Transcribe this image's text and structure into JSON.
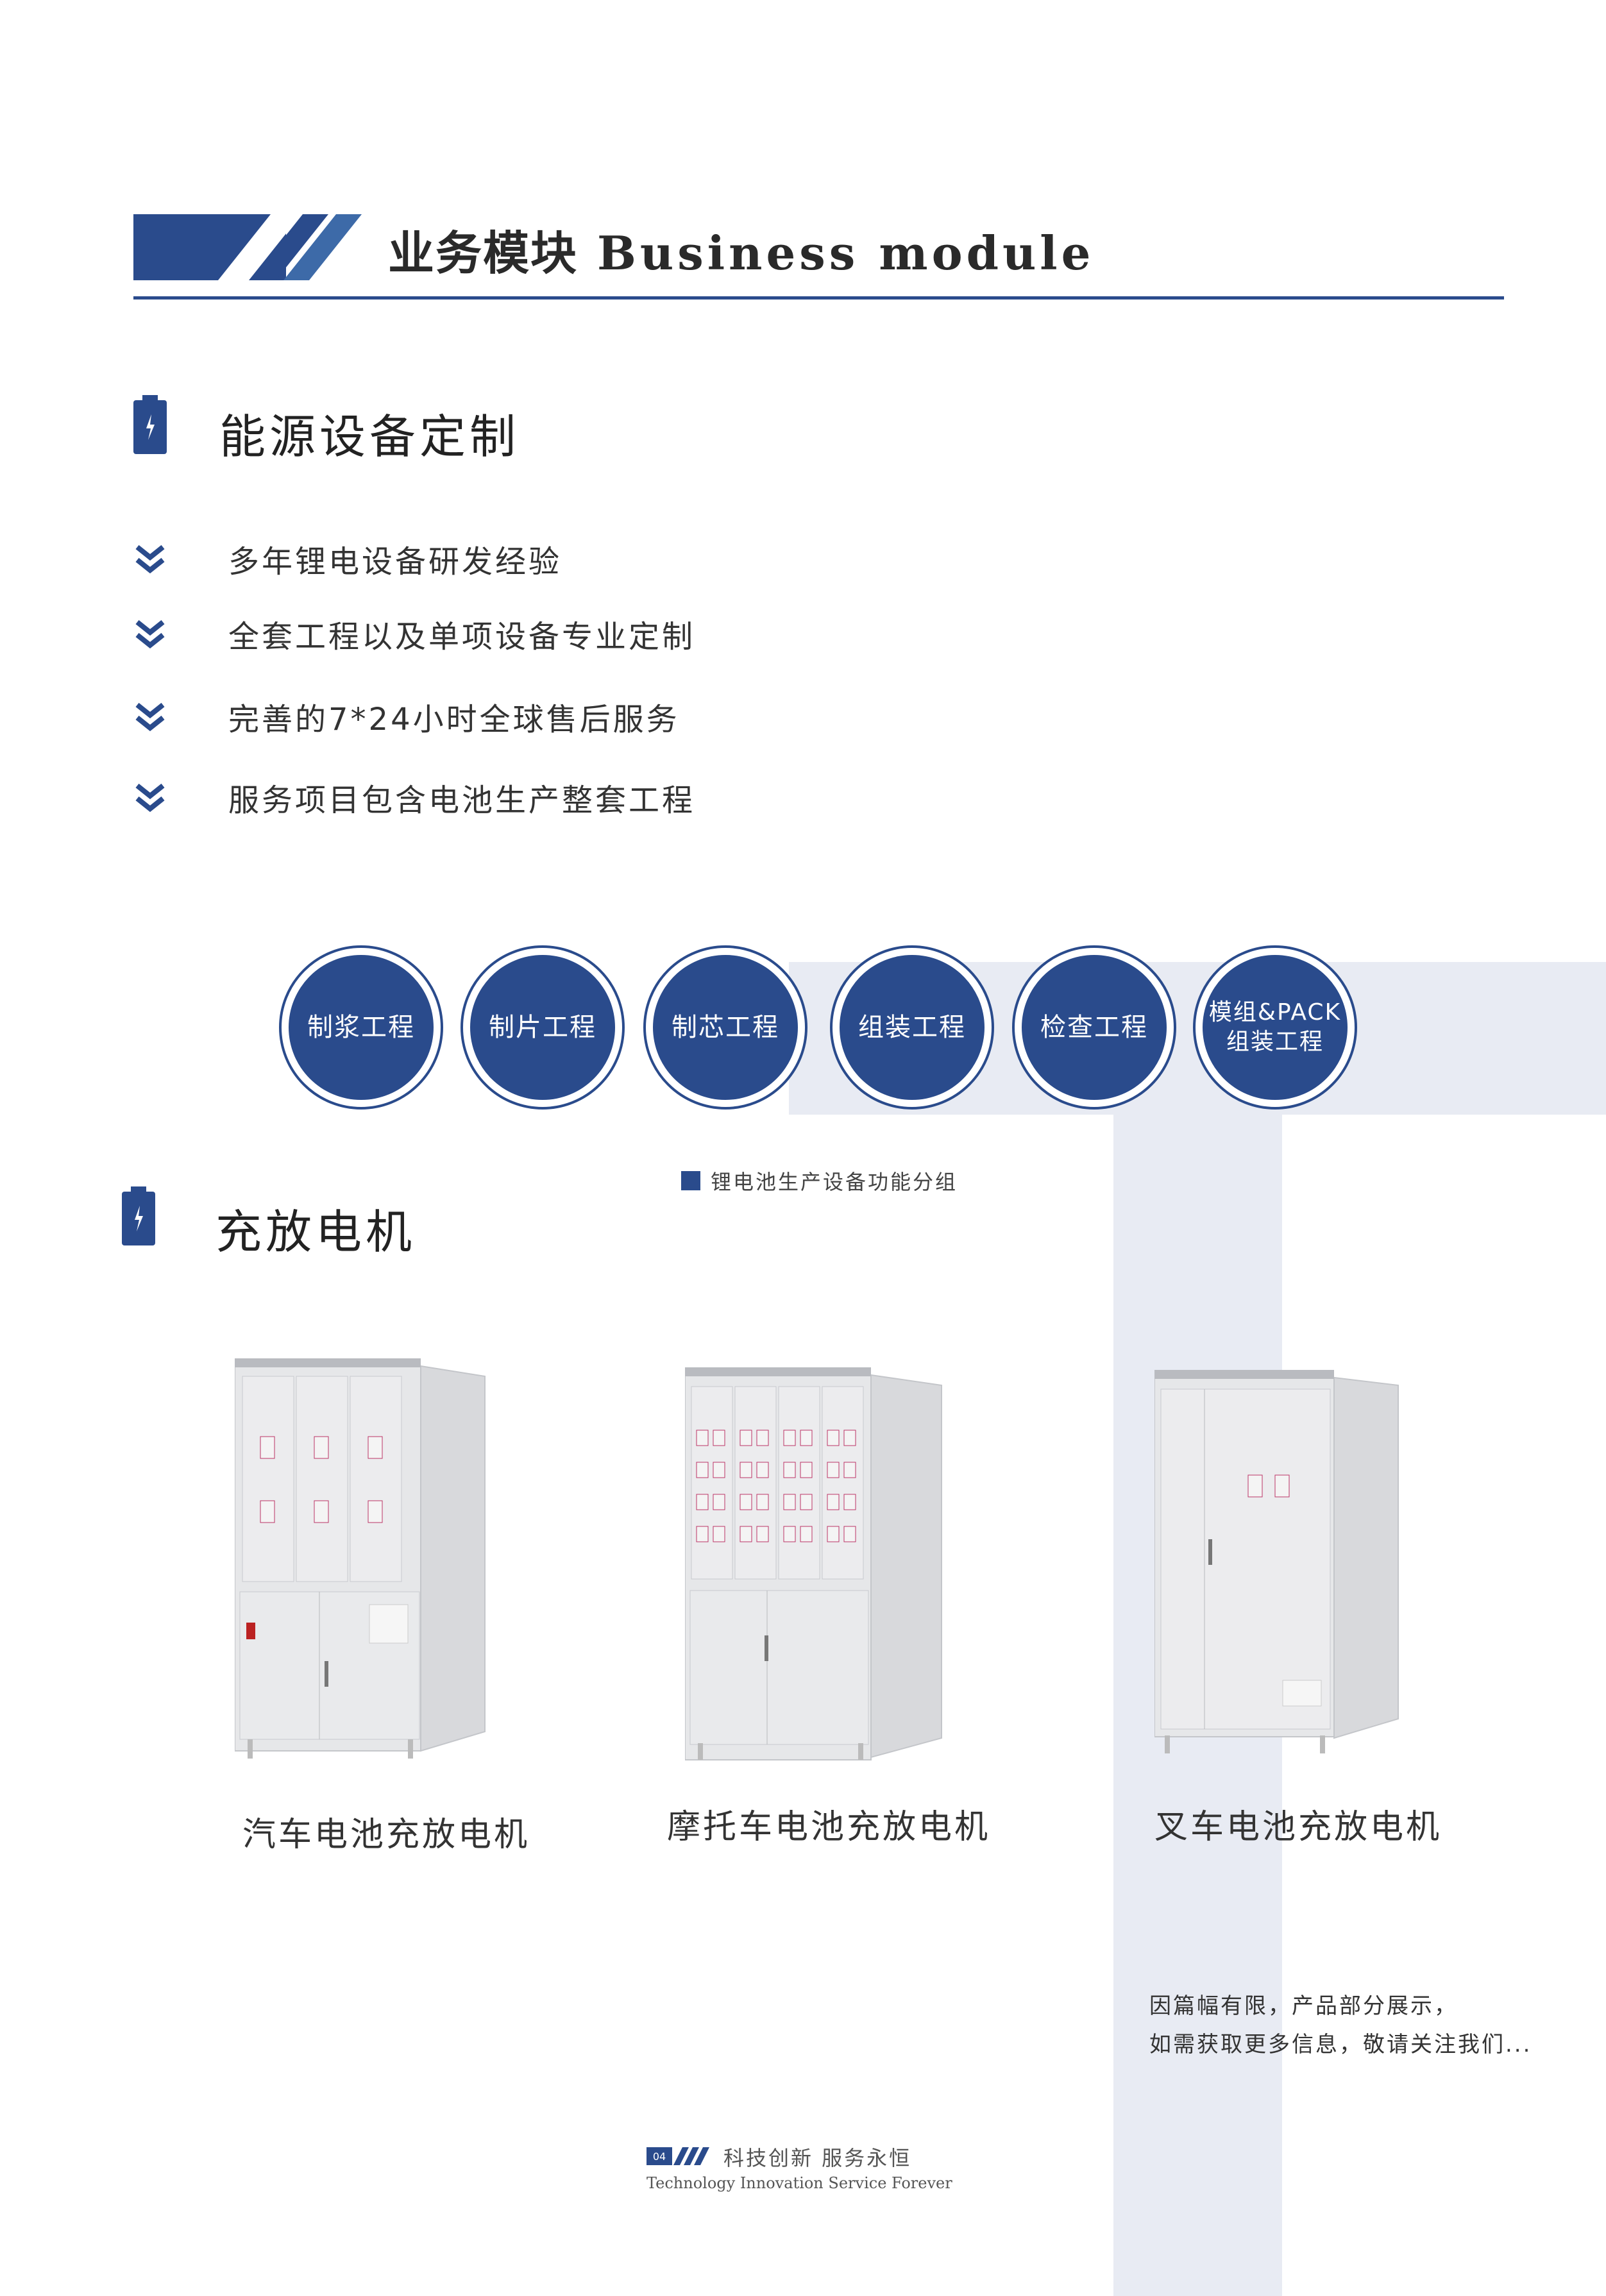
{
  "header": {
    "title_cn": "业务模块",
    "title_en": "Business module"
  },
  "section1": {
    "title": "能源设备定制",
    "bullets": [
      "多年锂电设备研发经验",
      "全套工程以及单项设备专业定制",
      "完善的7*24小时全球售后服务",
      "服务项目包含电池生产整套工程"
    ]
  },
  "processes": [
    {
      "line1": "制浆工程",
      "line2": ""
    },
    {
      "line1": "制片工程",
      "line2": ""
    },
    {
      "line1": "制芯工程",
      "line2": ""
    },
    {
      "line1": "组装工程",
      "line2": ""
    },
    {
      "line1": "检查工程",
      "line2": ""
    },
    {
      "line1": "模组&PACK",
      "line2": "组装工程"
    }
  ],
  "process_caption": "锂电池生产设备功能分组",
  "section2": {
    "title": "充放电机"
  },
  "products": [
    {
      "label": "汽车电池充放电机"
    },
    {
      "label": "摩托车电池充放电机"
    },
    {
      "label": "叉车电池充放电机"
    }
  ],
  "note": {
    "line1": "因篇幅有限，产品部分展示，",
    "line2": "如需获取更多信息，敬请关注我们..."
  },
  "footer": {
    "page": "04",
    "slogan_cn": "科技创新 服务永恒",
    "slogan_en": "Technology Innovation Service Forever"
  },
  "colors": {
    "brand": "#2a4b8c",
    "band": "#e8ebf3"
  }
}
